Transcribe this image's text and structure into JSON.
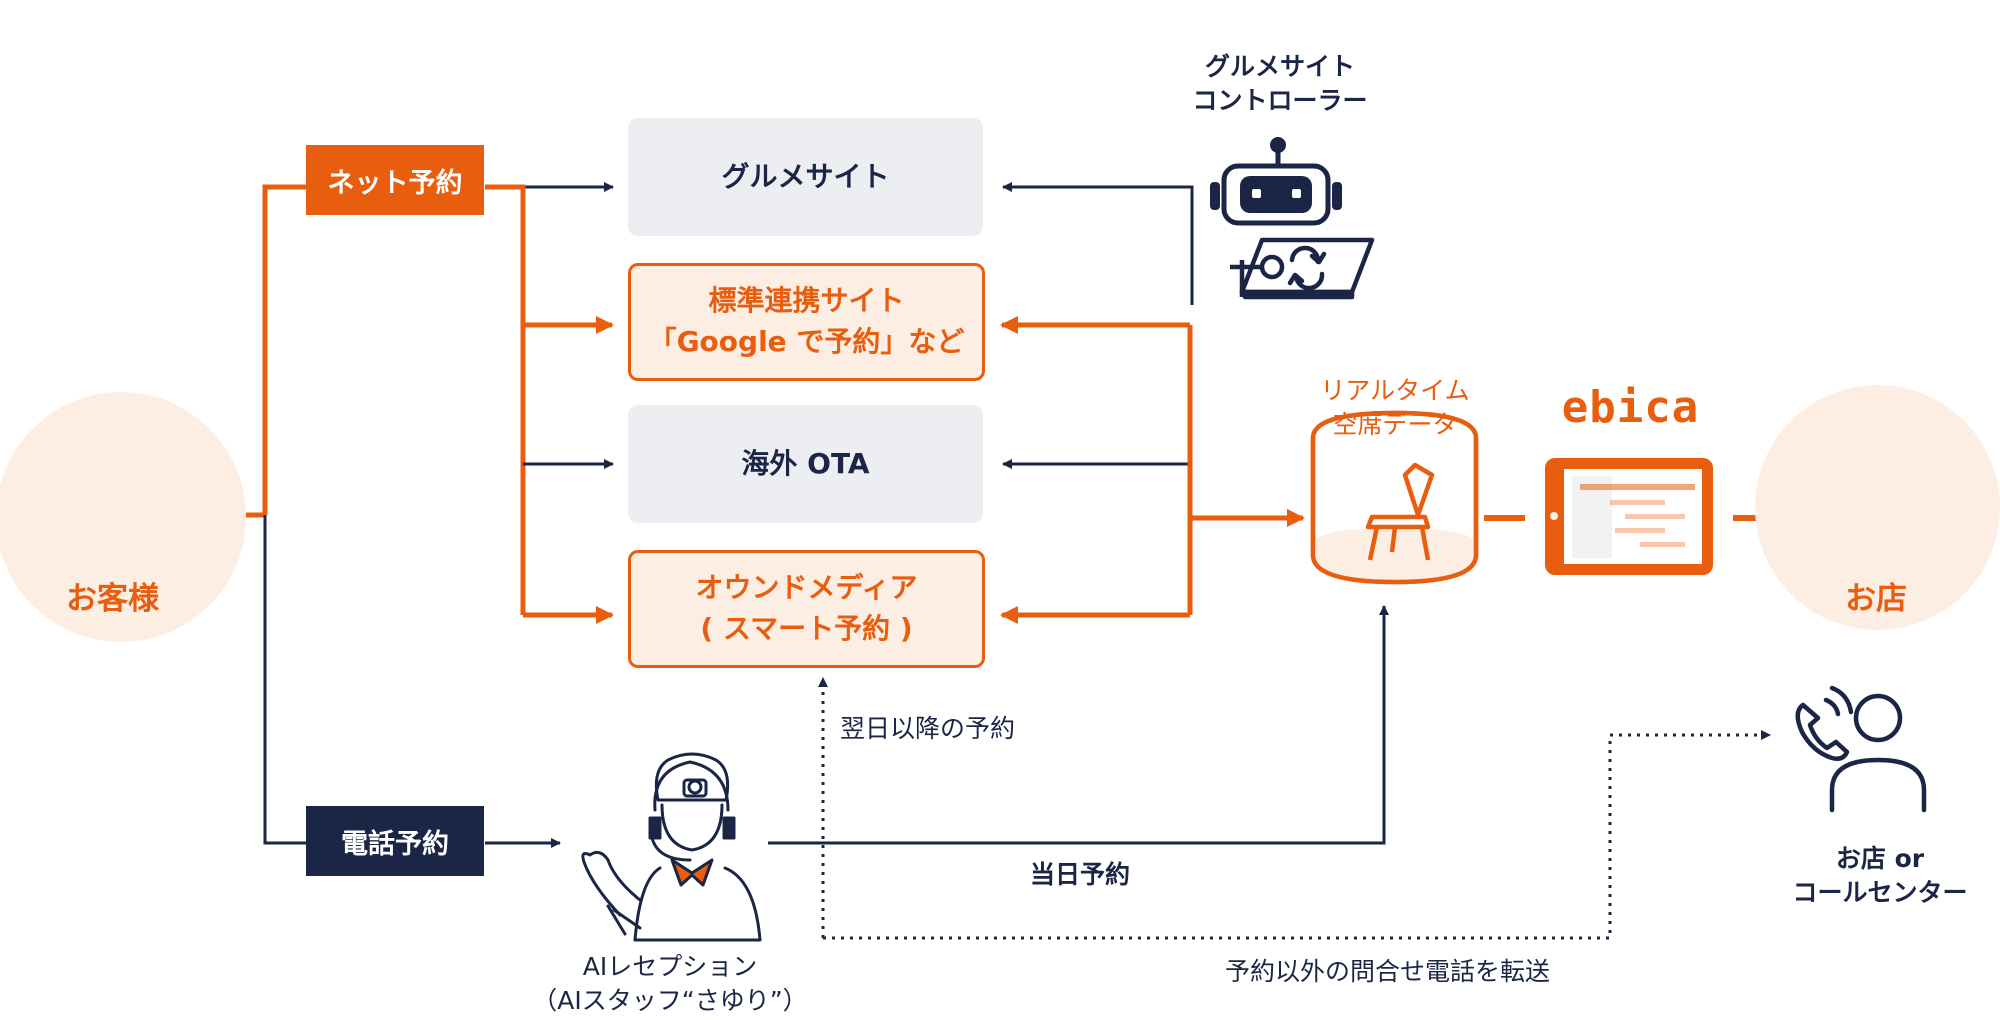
{
  "customer": {
    "label": "お客様"
  },
  "net_tag": "ネット予約",
  "tel_tag": "電話予約",
  "sites": {
    "gourmet": "グルメサイト",
    "standard_line1": "標準連携サイト",
    "standard_line2": "「Google で予約」など",
    "ota": "海外 OTA",
    "owned_line1": "オウンドメディア",
    "owned_line2": "( スマート予約 )"
  },
  "controller": {
    "line1": "グルメサイト",
    "line2": "コントローラー"
  },
  "realtime": {
    "line1": "リアルタイム",
    "line2": "空席データ"
  },
  "ebica": {
    "logo": "ebica"
  },
  "store": {
    "label": "お店"
  },
  "ai": {
    "line1": "AIレセプション",
    "line2": "（AIスタッフ“さゆり”）"
  },
  "next_day": "翌日以降の予約",
  "same_day": "当日予約",
  "transfer": "予約以外の問合せ電話を転送",
  "callcenter": {
    "line1": "お店 or",
    "line2": "コールセンター"
  },
  "colors": {
    "orange": "#e85d0e",
    "navy": "#1b2545",
    "light_orange": "#fdeee4",
    "gray": "#eceef2"
  },
  "icons": [
    "person-icon",
    "robot-icon",
    "laptop-sync-icon",
    "chair-icon",
    "tablet-icon",
    "shop-icon",
    "ai-receptionist-icon",
    "phone-person-icon"
  ]
}
